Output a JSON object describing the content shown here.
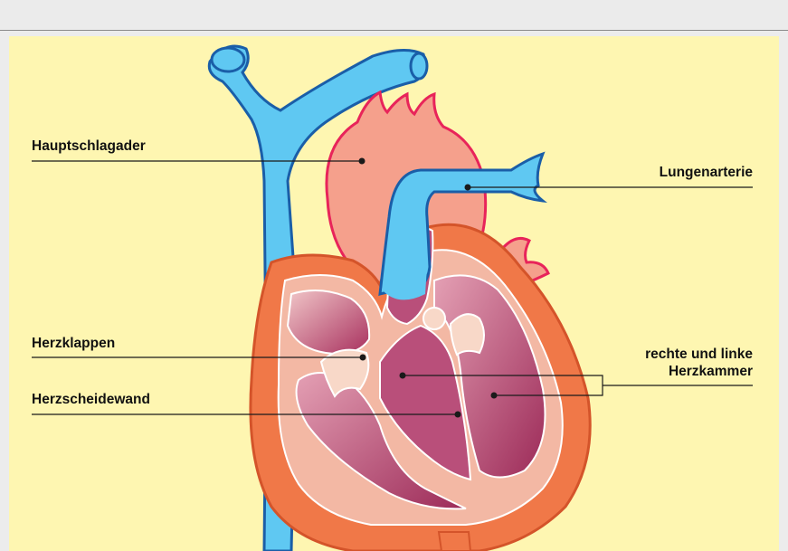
{
  "labels": {
    "aorta": "Hauptschlagader",
    "pulmonary_artery": "Lungenarterie",
    "valves": "Herzklappen",
    "septum": "Herzscheidewand",
    "chambers_line1": "rechte und linke",
    "chambers_line2": "Herzkammer"
  },
  "colors": {
    "background": "#fef6b1",
    "vein_blue": "#5fc8f2",
    "vein_outline": "#1a5ea8",
    "aorta_pink": "#f5a08c",
    "aorta_outline": "#e8245a",
    "heart_wall": "#f07848",
    "heart_wall_outline": "#d4542a",
    "chamber_inner": "#b94f7a",
    "chamber_light": "#f3b8a4"
  }
}
